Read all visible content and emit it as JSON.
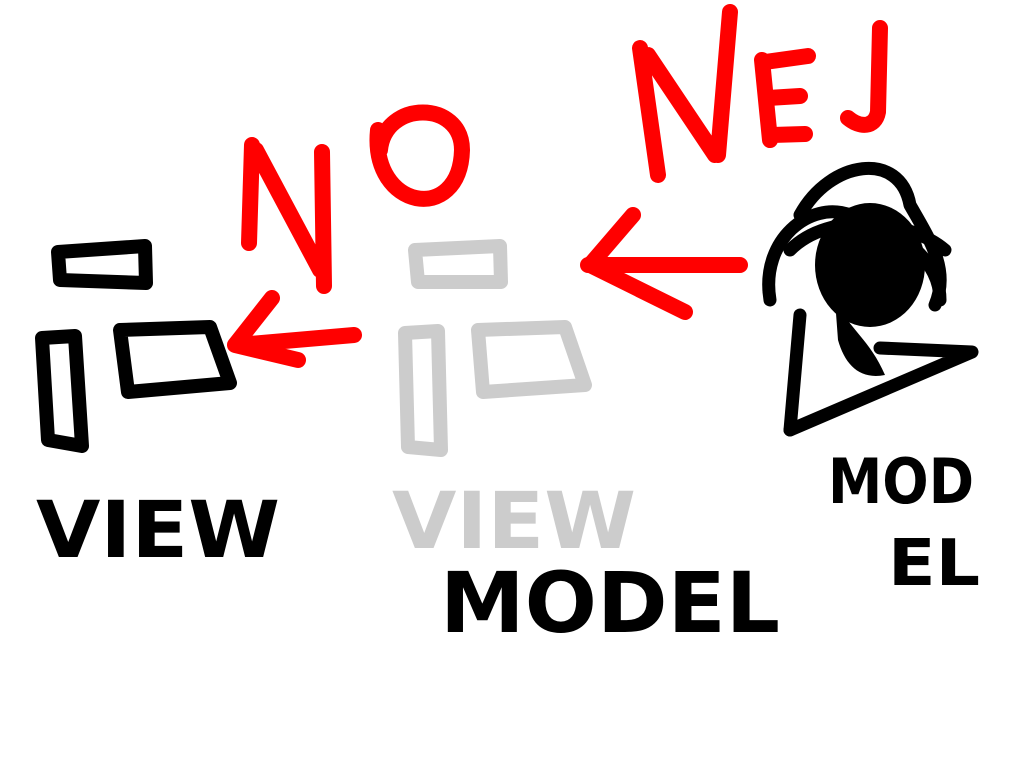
{
  "colors": {
    "background": "#ffffff",
    "ink": "#000000",
    "red": "#ff0000",
    "faded": "#cccccc"
  },
  "labels": {
    "no": "NO",
    "nej": "NEJ",
    "view_left": "VIEW",
    "view_faded": "VIEW",
    "model_middle": "MODEL",
    "model_right_line1": "MOD",
    "model_right_line2": "EL"
  }
}
